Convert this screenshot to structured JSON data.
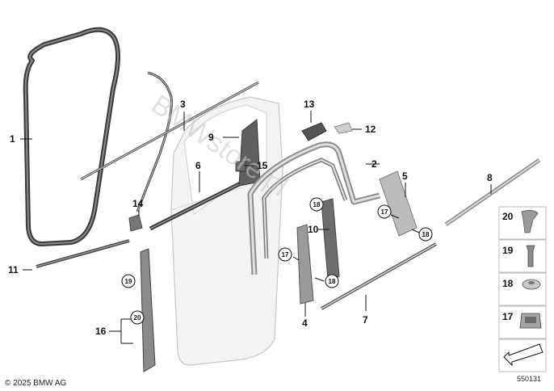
{
  "diagram": {
    "callouts": [
      {
        "id": "1",
        "label": "1"
      },
      {
        "id": "2",
        "label": "2"
      },
      {
        "id": "3",
        "label": "3"
      },
      {
        "id": "4",
        "label": "4"
      },
      {
        "id": "5",
        "label": "5"
      },
      {
        "id": "6",
        "label": "6"
      },
      {
        "id": "7",
        "label": "7"
      },
      {
        "id": "8",
        "label": "8"
      },
      {
        "id": "9",
        "label": "9"
      },
      {
        "id": "10",
        "label": "10"
      },
      {
        "id": "11",
        "label": "11"
      },
      {
        "id": "12",
        "label": "12"
      },
      {
        "id": "13",
        "label": "13"
      },
      {
        "id": "14",
        "label": "14"
      },
      {
        "id": "15",
        "label": "15"
      },
      {
        "id": "16",
        "label": "16"
      }
    ],
    "badges": [
      {
        "id": "b17a",
        "label": "17"
      },
      {
        "id": "b18a",
        "label": "18"
      },
      {
        "id": "b18b",
        "label": "18"
      },
      {
        "id": "b17b",
        "label": "17"
      },
      {
        "id": "b18c",
        "label": "18"
      },
      {
        "id": "b19",
        "label": "19"
      },
      {
        "id": "b20",
        "label": "20"
      }
    ],
    "legend": [
      {
        "label": "20",
        "icon": "clip-icon"
      },
      {
        "label": "19",
        "icon": "screw-clip-icon"
      },
      {
        "label": "18",
        "icon": "washer-screw-icon"
      },
      {
        "label": "17",
        "icon": "spring-nut-icon"
      }
    ],
    "watermark": "BMWstore.pl",
    "copyright": "© 2025 BMW AG",
    "diagram_number": "550131",
    "accent_color": "#e6e6e6",
    "line_color": "#111111"
  }
}
